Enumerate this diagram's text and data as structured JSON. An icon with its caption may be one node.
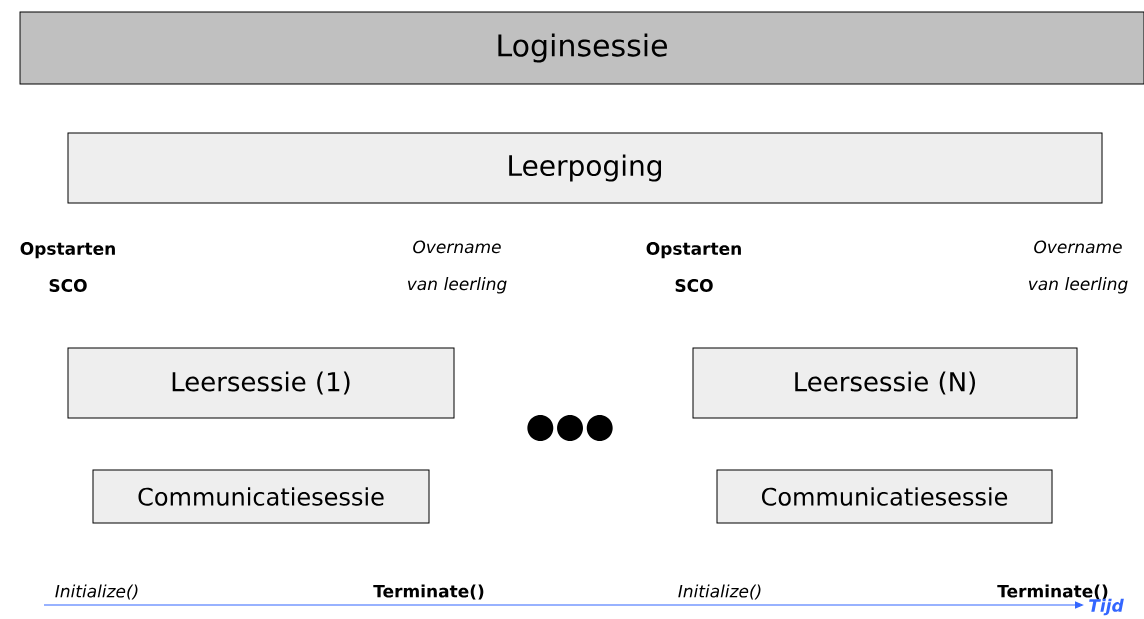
{
  "diagram": {
    "nodes": [
      {
        "text": [
          "Loginsessie"
        ]
      },
      {
        "text": [
          "Leerpoging"
        ]
      },
      {
        "text": [
          "Leersessie (1)"
        ]
      },
      {
        "text": [
          "Leersessie (N)"
        ]
      },
      {
        "text": [
          "Communicatiesessie"
        ]
      },
      {
        "text": [
          "Communicatiesessie"
        ]
      }
    ],
    "edges": [],
    "labels": [
      "Opstarten SCO",
      "Overname van leerling",
      "Opstarten SCO",
      "Overname van leerling",
      "●●●",
      "Initialize()",
      "Terminate()",
      "Initialize()",
      "Terminate()",
      "Tijd"
    ]
  }
}
